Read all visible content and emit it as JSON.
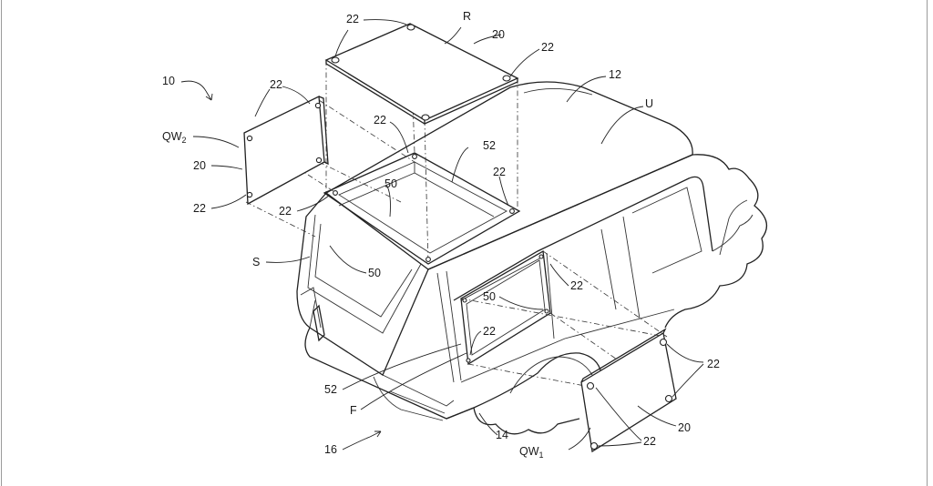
{
  "figure": {
    "labels": {
      "vehicle": "10",
      "roof": "12",
      "body": "14",
      "lower_body": "16",
      "panel": "20",
      "fastener": "22",
      "opening_rim": "50",
      "opening_frame": "52",
      "rear_panel": "R",
      "upper": "U",
      "side": "S",
      "front": "F",
      "quarter_window_1": "QW",
      "quarter_window_1_sub": "1",
      "quarter_window_2": "QW",
      "quarter_window_2_sub": "2"
    }
  }
}
